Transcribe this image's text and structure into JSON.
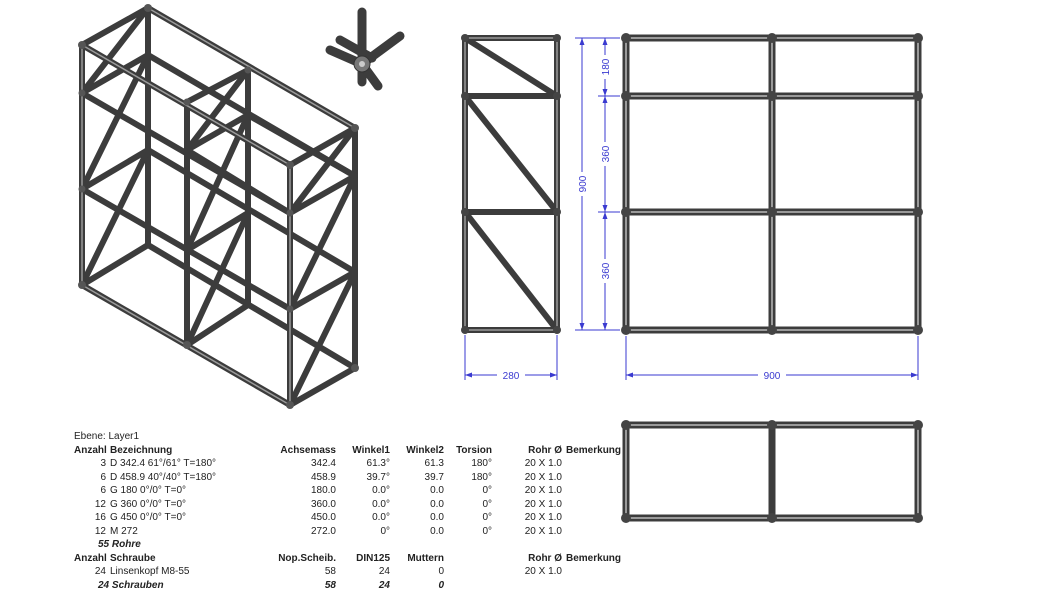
{
  "dimensions": {
    "side_width": "280",
    "front_width": "900",
    "height_total": "900",
    "upper": "180",
    "middle": "360",
    "lower": "360"
  },
  "bom": {
    "layer": "Ebene:  Layer1",
    "headers": [
      "Anzahl",
      "Bezeichnung",
      "Achsemass",
      "Winkel1",
      "Winkel2",
      "Torsion",
      "Rohr Ø",
      "Bemerkung"
    ],
    "rows": [
      [
        "3",
        "D 342.4 61°/61° T=180°",
        "342.4",
        "61.3°",
        "61.3",
        "180°",
        "20 X 1.0",
        ""
      ],
      [
        "6",
        "D 458.9 40°/40° T=180°",
        "458.9",
        "39.7°",
        "39.7",
        "180°",
        "20 X 1.0",
        ""
      ],
      [
        "6",
        "G 180 0°/0° T=0°",
        "180.0",
        "0.0°",
        "0.0",
        "0°",
        "20 X 1.0",
        ""
      ],
      [
        "12",
        "G 360 0°/0° T=0°",
        "360.0",
        "0.0°",
        "0.0",
        "0°",
        "20 X 1.0",
        ""
      ],
      [
        "16",
        "G 450 0°/0° T=0°",
        "450.0",
        "0.0°",
        "0.0",
        "0°",
        "20 X 1.0",
        ""
      ],
      [
        "12",
        "M 272",
        "272.0",
        "0°",
        "0.0",
        "0°",
        "20 X 1.0",
        ""
      ]
    ],
    "rohre_total": "55  Rohre",
    "headers2": [
      "Anzahl",
      "Schraube",
      "Nop.Scheib.",
      "DIN125",
      "Muttern",
      "",
      "Rohr Ø",
      "Bemerkung"
    ],
    "screws": [
      [
        "24",
        "Linsenkopf  M8-55",
        "58",
        "24",
        "0",
        "",
        "20 X 1.0",
        ""
      ]
    ],
    "screws_total": [
      "24  Schrauben",
      "58",
      "24",
      "0"
    ]
  }
}
